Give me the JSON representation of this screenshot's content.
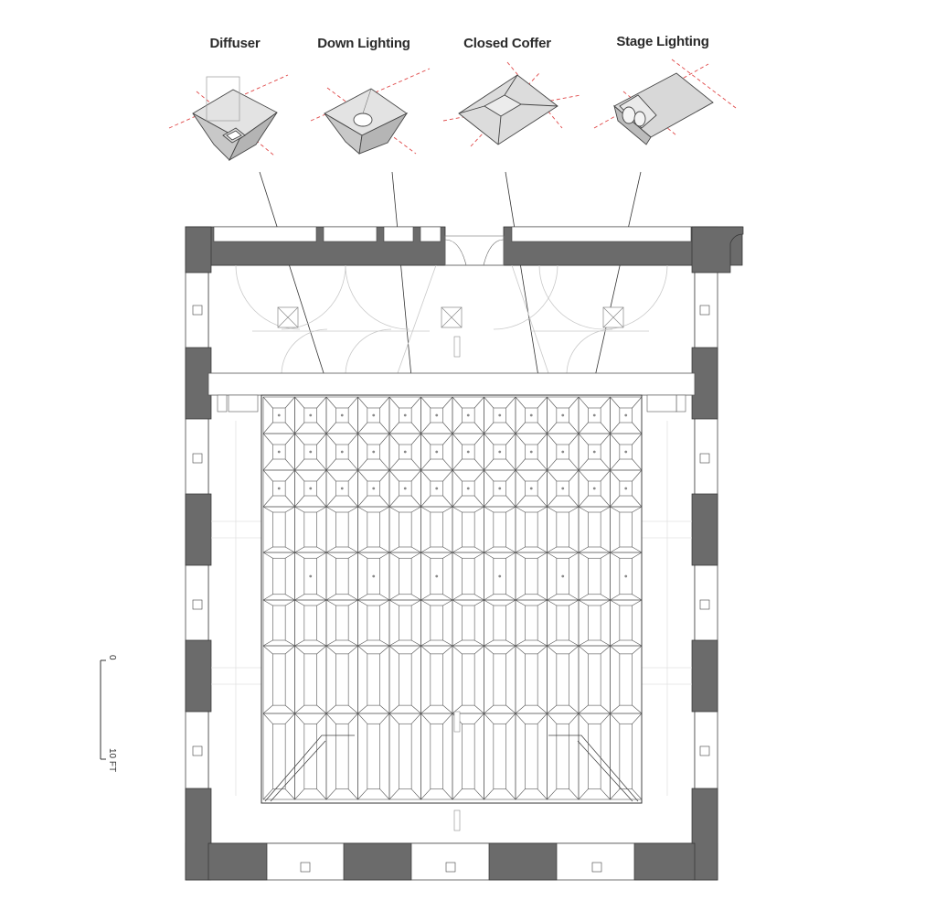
{
  "fixtures": [
    {
      "key": "diffuser",
      "label": "Diffuser"
    },
    {
      "key": "down",
      "label": "Down Lighting"
    },
    {
      "key": "closed",
      "label": "Closed Coffer"
    },
    {
      "key": "stage",
      "label": "Stage Lighting"
    }
  ],
  "scale_bar": {
    "start": "0",
    "end": "10 FT"
  },
  "colors": {
    "wall": "#6b6b6b",
    "line": "#555555",
    "guide": "#e04848",
    "face_dark": "#b5b5b5",
    "face_light": "#dcdcdc"
  }
}
